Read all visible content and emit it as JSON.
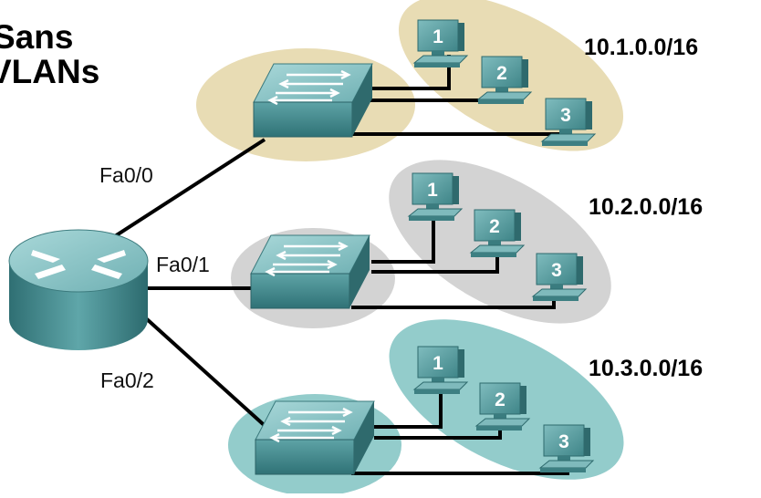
{
  "title": {
    "line1": "Sans",
    "line2": "VLANs"
  },
  "router": {
    "ports": [
      "Fa0/0",
      "Fa0/1",
      "Fa0/2"
    ]
  },
  "segments": [
    {
      "subnet": "10.1.0.0/16",
      "color": "#e8dcb4",
      "hosts": [
        "1",
        "2",
        "3"
      ]
    },
    {
      "subnet": "10.2.0.0/16",
      "color": "#d3d3d3",
      "hosts": [
        "1",
        "2",
        "3"
      ]
    },
    {
      "subnet": "10.3.0.0/16",
      "color": "#93cccb",
      "hosts": [
        "1",
        "2",
        "3"
      ]
    }
  ],
  "colors": {
    "device": "#4e9498",
    "device_top": "#8ec6c8",
    "link": "#000000"
  }
}
